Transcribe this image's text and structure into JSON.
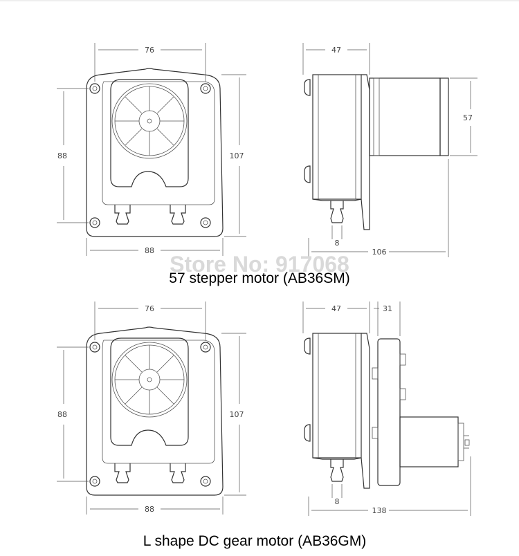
{
  "watermark": "Store No: 917068",
  "views": [
    {
      "caption": "57 stepper motor (AB36SM)",
      "front_dims": {
        "top": "76",
        "left": "88",
        "right": "107",
        "bottom": "88"
      },
      "side_dims": {
        "top": "47",
        "motor": "57",
        "port": "8",
        "bottom": "106"
      }
    },
    {
      "caption": "L shape DC gear motor (AB36GM)",
      "front_dims": {
        "top": "76",
        "left": "88",
        "right": "107",
        "bottom": "88"
      },
      "side_dims": {
        "top": "47",
        "top2": "31",
        "port": "8",
        "bottom": "138"
      }
    }
  ]
}
